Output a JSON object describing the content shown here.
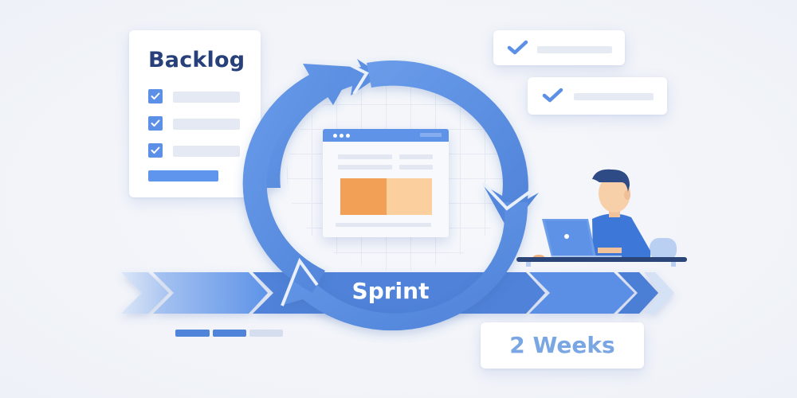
{
  "backlog": {
    "title": "Backlog",
    "items": [
      {
        "checked": true
      },
      {
        "checked": true
      },
      {
        "checked": true
      }
    ],
    "has_action_bar": true
  },
  "completed_tasks": [
    {
      "checked": true
    },
    {
      "checked": true
    }
  ],
  "cycle": {
    "label": "Sprint",
    "arrow_count": 3,
    "center_window": {
      "controls": [
        "dot",
        "dot",
        "dot"
      ],
      "content_blocks": [
        "text-lines",
        "orange-split-panel",
        "footer-line"
      ]
    }
  },
  "timeline": {
    "segments": 6,
    "progress": {
      "filled": 2,
      "total": 3
    }
  },
  "duration": {
    "label": "2 Weeks"
  },
  "figure": {
    "description": "person working on laptop"
  },
  "colors": {
    "primary_blue": "#5b90e6",
    "dark_blue": "#27407a",
    "orange": "#f2a056",
    "light_orange": "#fccf9f",
    "muted_blue_text": "#7aa6e3",
    "background": "#f3f5fa"
  }
}
